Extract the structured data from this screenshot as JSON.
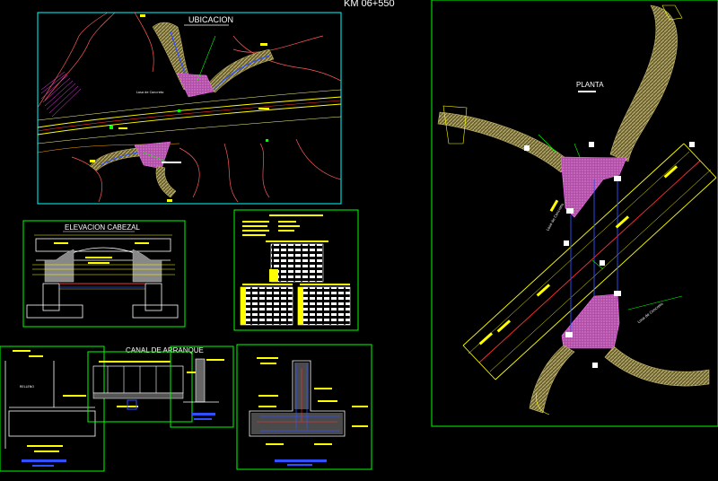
{
  "header": {
    "km": "KM 06+550"
  },
  "views": {
    "ubicacion": {
      "title": "UBICACION",
      "losa_label": "Losa de Concreto"
    },
    "elevacion": {
      "title": "ELEVACION CABEZAL"
    },
    "canal": {
      "title": "CANAL DE ARRANQUE"
    },
    "planta": {
      "title": "PLANTA",
      "losa_label_1": "Losa de Concreto",
      "losa_label_2": "Losa de Concreto"
    },
    "detail_left": {
      "label": "RELLENO"
    }
  },
  "colors": {
    "frame_green": "#00ff00",
    "cyan": "#00ffff",
    "yellow": "#ffff00",
    "magenta": "#ff66ff",
    "hatch": "#a89a52",
    "red": "#ff3030",
    "blue": "#3050ff"
  }
}
